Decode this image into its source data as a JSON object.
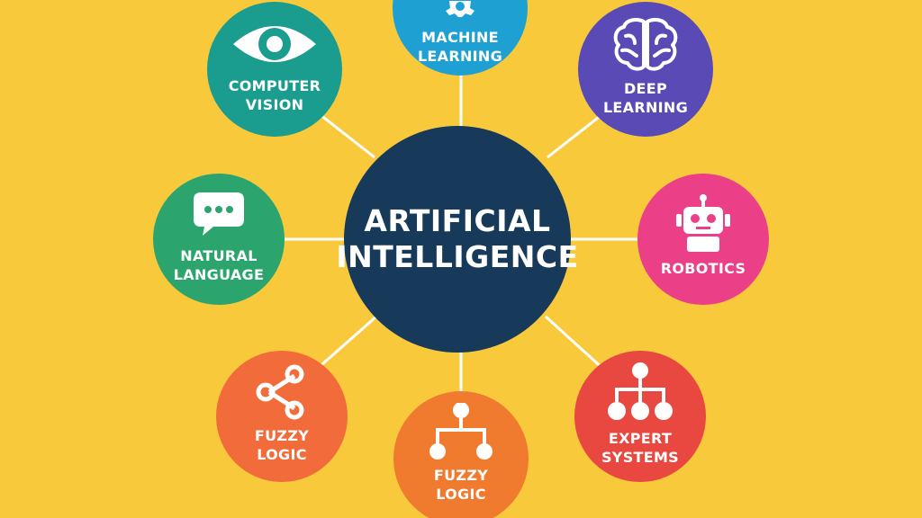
{
  "background_color": "#F9C93C",
  "hub": {
    "line1": "ARTIFICIAL",
    "line2": "INTELLIGENCE",
    "color": "#17395A"
  },
  "nodes": {
    "machine_learning": {
      "line1": "MACHINE",
      "line2": "LEARNING",
      "color": "#1FA0D2",
      "icon": "gear-icon"
    },
    "computer_vision": {
      "line1": "COMPUTER",
      "line2": "VISION",
      "color": "#1A9C8E",
      "icon": "eye-icon"
    },
    "deep_learning": {
      "line1": "DEEP",
      "line2": "LEARNING",
      "color": "#5A4AB5",
      "icon": "brain-icon"
    },
    "natural_language": {
      "line1": "NATURAL",
      "line2": "LANGUAGE",
      "color": "#2BA56D",
      "icon": "chat-bubble-icon"
    },
    "robotics": {
      "line1": "ROBOTICS",
      "color": "#EB3F87",
      "icon": "robot-icon"
    },
    "fuzzy_logic_left": {
      "line1": "FUZZY",
      "line2": "LOGIC",
      "color": "#F26B3A",
      "icon": "share-icon"
    },
    "expert_systems": {
      "line1": "EXPERT",
      "line2": "SYSTEMS",
      "color": "#E8483F",
      "icon": "hierarchy-icon"
    },
    "fuzzy_logic_bottom": {
      "line1": "FUZZY",
      "line2": "LOGIC",
      "color": "#F07A2E",
      "icon": "branch-icon"
    }
  }
}
